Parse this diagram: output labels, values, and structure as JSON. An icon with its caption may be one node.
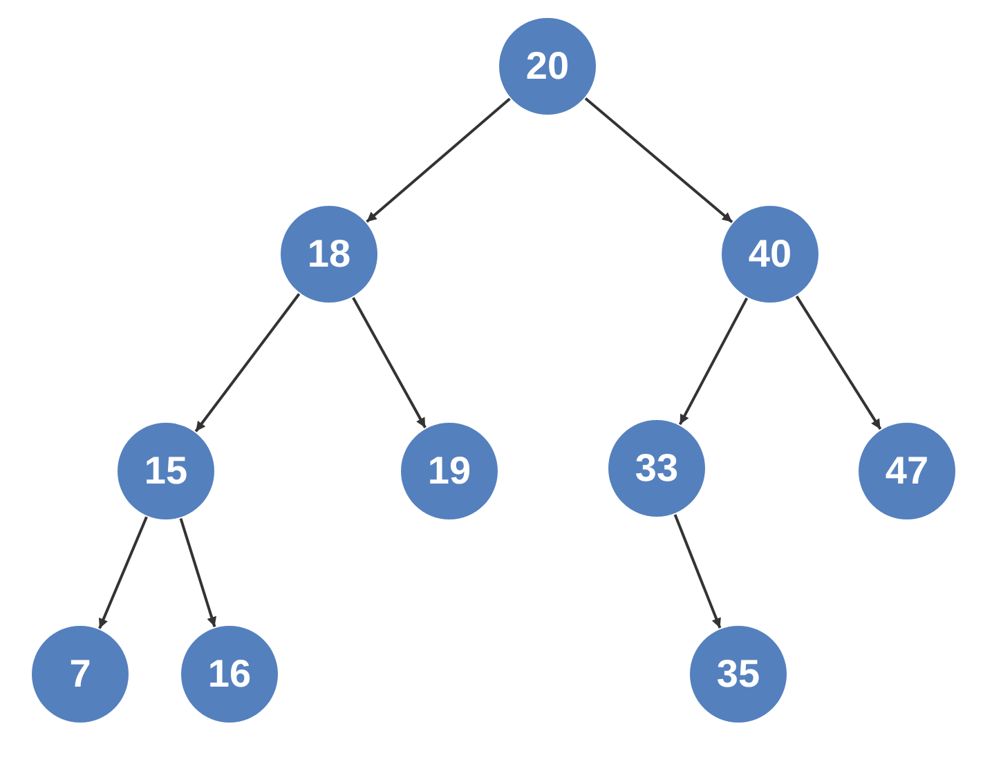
{
  "diagram": {
    "nodes": [
      {
        "text": [
          "20"
        ]
      },
      {
        "text": [
          "18"
        ]
      },
      {
        "text": [
          "40"
        ]
      },
      {
        "text": [
          "15"
        ]
      },
      {
        "text": [
          "19"
        ]
      },
      {
        "text": [
          "33"
        ]
      },
      {
        "text": [
          "47"
        ]
      },
      {
        "text": [
          "7"
        ]
      },
      {
        "text": [
          "16"
        ]
      },
      {
        "text": [
          "35"
        ]
      }
    ],
    "edges": [
      {
        "from": 0,
        "to": 1,
        "arrow": "to"
      },
      {
        "from": 0,
        "to": 2,
        "arrow": "to"
      },
      {
        "from": 1,
        "to": 3,
        "arrow": "to"
      },
      {
        "from": 1,
        "to": 4,
        "arrow": "to"
      },
      {
        "from": 2,
        "to": 5,
        "arrow": "to"
      },
      {
        "from": 2,
        "to": 6,
        "arrow": "to"
      },
      {
        "from": 3,
        "to": 7,
        "arrow": "to"
      },
      {
        "from": 3,
        "to": 8,
        "arrow": "to"
      },
      {
        "from": 5,
        "to": 9,
        "arrow": "to"
      }
    ]
  }
}
